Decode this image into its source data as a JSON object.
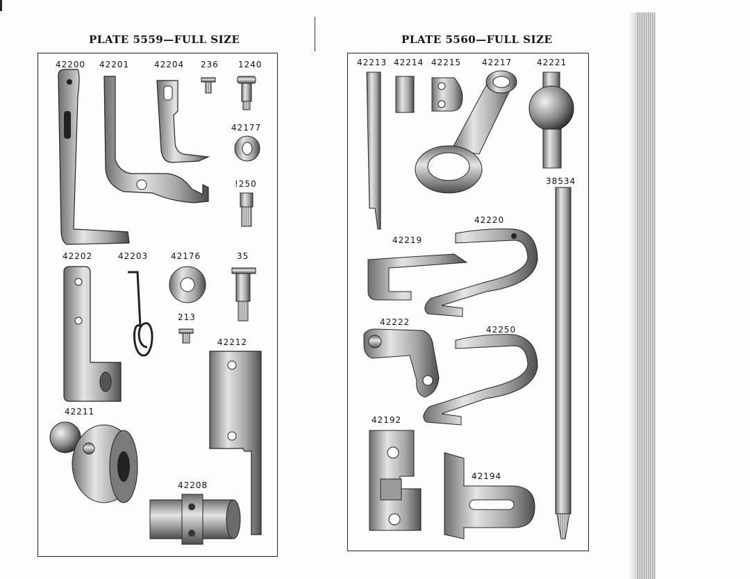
{
  "plates": {
    "left": {
      "title": "PLATE 5559—FULL SIZE",
      "labels": {
        "p42200": "42200",
        "p42201": "42201",
        "p42204": "42204",
        "p236": "236",
        "p1240": "1240",
        "p42177": "42177",
        "p1250": "!250",
        "p42202": "42202",
        "p42203": "42203",
        "p42176": "42176",
        "p35": "35",
        "p213": "213",
        "p42212": "42212",
        "p42211": "42211",
        "p42208": "42208"
      }
    },
    "right": {
      "title": "PLATE 5560—FULL SIZE",
      "labels": {
        "p42213": "42213",
        "p42214": "42214",
        "p42215": "42215",
        "p42217": "42217",
        "p42221": "42221",
        "p38534": "38534",
        "p42220": "42220",
        "p42219": "42219",
        "p42222": "42222",
        "p42250": "42250",
        "p42192": "42192",
        "p42194": "42194"
      }
    }
  },
  "colors": {
    "ink": "#1a1a1a",
    "metal_light": "#d9d9d9",
    "metal_mid": "#a8a8a8",
    "metal_dark": "#555555"
  }
}
